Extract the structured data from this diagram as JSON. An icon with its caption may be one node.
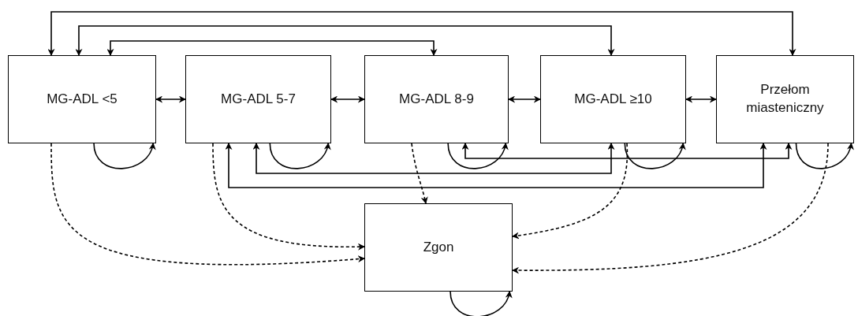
{
  "diagram": {
    "nodes": [
      {
        "text": [
          "MG-ADL <5"
        ]
      },
      {
        "text": [
          "MG-ADL 5-7"
        ]
      },
      {
        "text": [
          "MG-ADL 8-9"
        ]
      },
      {
        "text": [
          "MG-ADL ≥10"
        ]
      },
      {
        "text": [
          "Przełom miasteniczny"
        ]
      },
      {
        "text": [
          "Zgon"
        ]
      }
    ],
    "edges": [
      {
        "from": 0,
        "to": 1,
        "arrow": "both"
      },
      {
        "from": 1,
        "to": 2,
        "arrow": "both"
      },
      {
        "from": 2,
        "to": 3,
        "arrow": "both"
      },
      {
        "from": 3,
        "to": 4,
        "arrow": "both"
      },
      {
        "from": 0,
        "to": 4,
        "arrow": "both"
      },
      {
        "from": 0,
        "to": 3,
        "arrow": "both"
      },
      {
        "from": 0,
        "to": 2,
        "arrow": "both"
      },
      {
        "from": 2,
        "to": 4,
        "arrow": "both"
      },
      {
        "from": 1,
        "to": 3,
        "arrow": "both"
      },
      {
        "from": 1,
        "to": 4,
        "arrow": "both"
      },
      {
        "from": 0,
        "to": 0,
        "arrow": "to"
      },
      {
        "from": 1,
        "to": 1,
        "arrow": "to"
      },
      {
        "from": 2,
        "to": 2,
        "arrow": "to"
      },
      {
        "from": 3,
        "to": 3,
        "arrow": "to"
      },
      {
        "from": 4,
        "to": 4,
        "arrow": "to"
      },
      {
        "from": 5,
        "to": 5,
        "arrow": "to"
      },
      {
        "from": 0,
        "to": 5,
        "arrow": "to",
        "style": "dashed"
      },
      {
        "from": 1,
        "to": 5,
        "arrow": "to",
        "style": "dashed"
      },
      {
        "from": 2,
        "to": 5,
        "arrow": "to",
        "style": "dashed"
      },
      {
        "from": 3,
        "to": 5,
        "arrow": "to",
        "style": "dashed"
      },
      {
        "from": 4,
        "to": 5,
        "arrow": "to",
        "style": "dashed"
      }
    ]
  }
}
